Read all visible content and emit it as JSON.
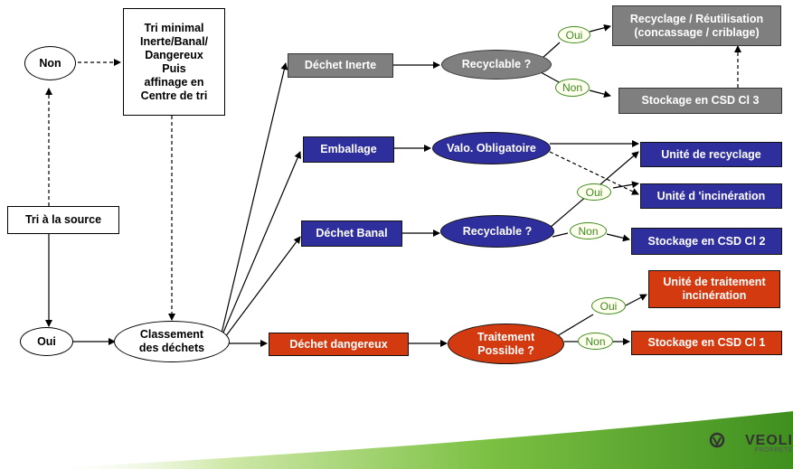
{
  "nodes": {
    "non": "Non",
    "oui": "Oui",
    "tri_source": "Tri à la source",
    "tri_minimal": "Tri minimal\nInerte/Banal/\nDangereux\nPuis\naffinage en\nCentre de tri",
    "classement": "Classement\ndes déchets",
    "dechet_inerte": "Déchet Inerte",
    "emballage": "Emballage",
    "dechet_banal": "Déchet Banal",
    "dechet_dangereux": "Déchet dangereux",
    "recyclable_inerte": "Recyclable ?",
    "valo_obligatoire": "Valo. Obligatoire",
    "recyclable_banal": "Recyclable ?",
    "traitement_possible": "Traitement\nPossible ?",
    "recyclage_reutilisation": "Recyclage / Réutilisation\n(concassage / criblage)",
    "stockage_csd3": "Stockage en CSD Cl 3",
    "unite_recyclage": "Unité de recyclage",
    "unite_incineration": "Unité d 'incinération",
    "stockage_csd2": "Stockage en CSD Cl 2",
    "unite_traitement": "Unité de traitement\nincinération",
    "stockage_csd1": "Stockage en CSD Cl 1"
  },
  "edge_labels": {
    "inerte_oui": "Oui",
    "inerte_non": "Non",
    "banal_oui": "Oui",
    "banal_non": "Non",
    "dangereux_oui": "Oui",
    "dangereux_non": "Non"
  },
  "colors": {
    "inerte": "#7f7f7f",
    "non_dangereux": "#2e2e9c",
    "dangereux": "#d33a10",
    "label_green": "#3c8a1c",
    "brand_green": "#7bc043"
  },
  "logo": {
    "name": "VEOLI",
    "sub": "PROPRETÉ"
  }
}
